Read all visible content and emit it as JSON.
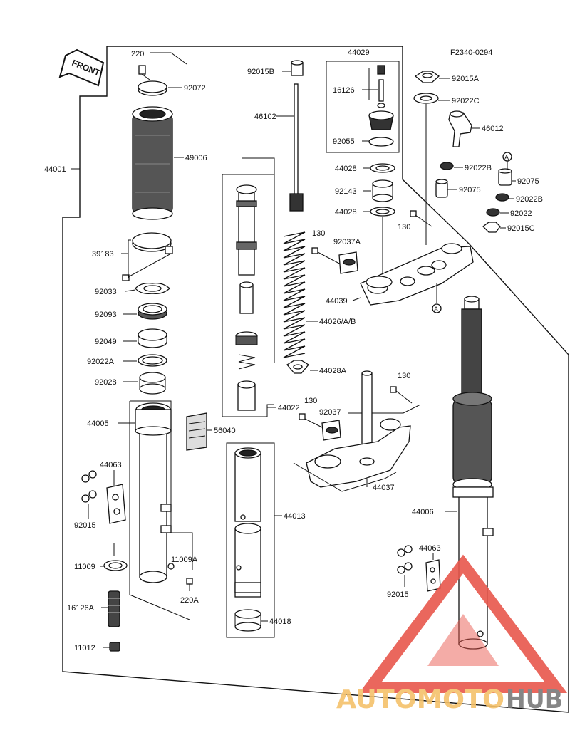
{
  "figure_code": "F2340-0294",
  "front_arrow": "FRONT",
  "marker": "A",
  "labels": {
    "p220": "220",
    "p92072": "92072",
    "p49006": "49006",
    "p44001": "44001",
    "p39183": "39183",
    "p92033": "92033",
    "p92093": "92093",
    "p92049": "92049",
    "p92022A": "92022A",
    "p92028": "92028",
    "p44005": "44005",
    "p56040": "56040",
    "p44063_l": "44063",
    "p92015_l": "92015",
    "p11009": "11009",
    "p11009A": "11009A",
    "p220A": "220A",
    "p16126A": "16126A",
    "p11012": "11012",
    "p92015B": "92015B",
    "p46102": "46102",
    "p44029": "44029",
    "p16126": "16126",
    "p92055": "92055",
    "p44028_a": "44028",
    "p92143": "92143",
    "p44028_b": "44028",
    "p130_a": "130",
    "p92037A": "92037A",
    "p130_b": "130",
    "p44039": "44039",
    "p44026": "44026/A/B",
    "p44028A": "44028A",
    "p44022": "44022",
    "p130_c": "130",
    "p130_d": "130",
    "p92037": "92037",
    "p44037": "44037",
    "p44013": "44013",
    "p44018": "44018",
    "p92015A": "92015A",
    "p92022C": "92022C",
    "p46012": "46012",
    "p92022B_a": "92022B",
    "p92075_a": "92075",
    "p92075_b": "92075",
    "p92022B_b": "92022B",
    "p92022": "92022",
    "p92015C": "92015C",
    "p44006": "44006",
    "p44063_r": "44063",
    "p92015_r": "92015"
  },
  "watermark": {
    "part1": "AUTOMOTO",
    "part2": "HUB"
  },
  "colors": {
    "line": "#111111",
    "watermark_red": "#e8574c",
    "watermark_gold": "#f5c26b",
    "watermark_gray": "#7a7a7a"
  }
}
